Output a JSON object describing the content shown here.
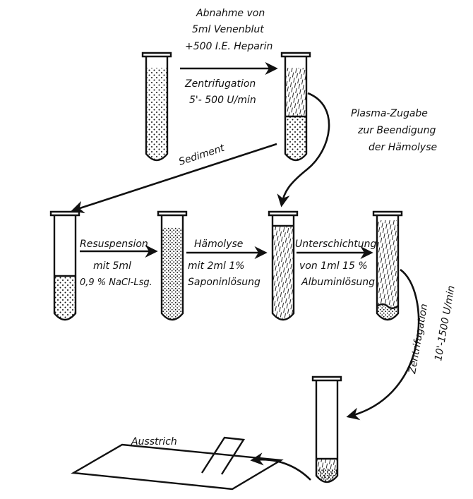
{
  "step1": {
    "line1": "Abnahme von",
    "line2": "5ml Venenblut",
    "line3": "+500 I.E. Heparin",
    "line4": "Zentrifugation",
    "line5": "5'- 500 U/min"
  },
  "plasma": {
    "line1": "Plasma-Zugabe",
    "line2": "zur Beendigung",
    "line3": "der Hämolyse"
  },
  "sediment": "Sediment",
  "resuspension": {
    "line1": "Resuspension",
    "line2": "mit 5ml",
    "line3": "0,9 % NaCl-Lsg."
  },
  "haemolyse": {
    "line1": "Hämolyse",
    "line2": "mit 2ml 1%",
    "line3": "Saponinlösung"
  },
  "unterschichtung": {
    "line1": "Unterschichtung",
    "line2": "von 1ml 15 %",
    "line3": "Albuminlösung"
  },
  "zentrifugation2": {
    "line1": "Zentrifugation",
    "line2": "10'-1500 U/min"
  },
  "ausstrich": "Ausstrich",
  "colors": {
    "ink": "#111111",
    "background": "#ffffff"
  }
}
